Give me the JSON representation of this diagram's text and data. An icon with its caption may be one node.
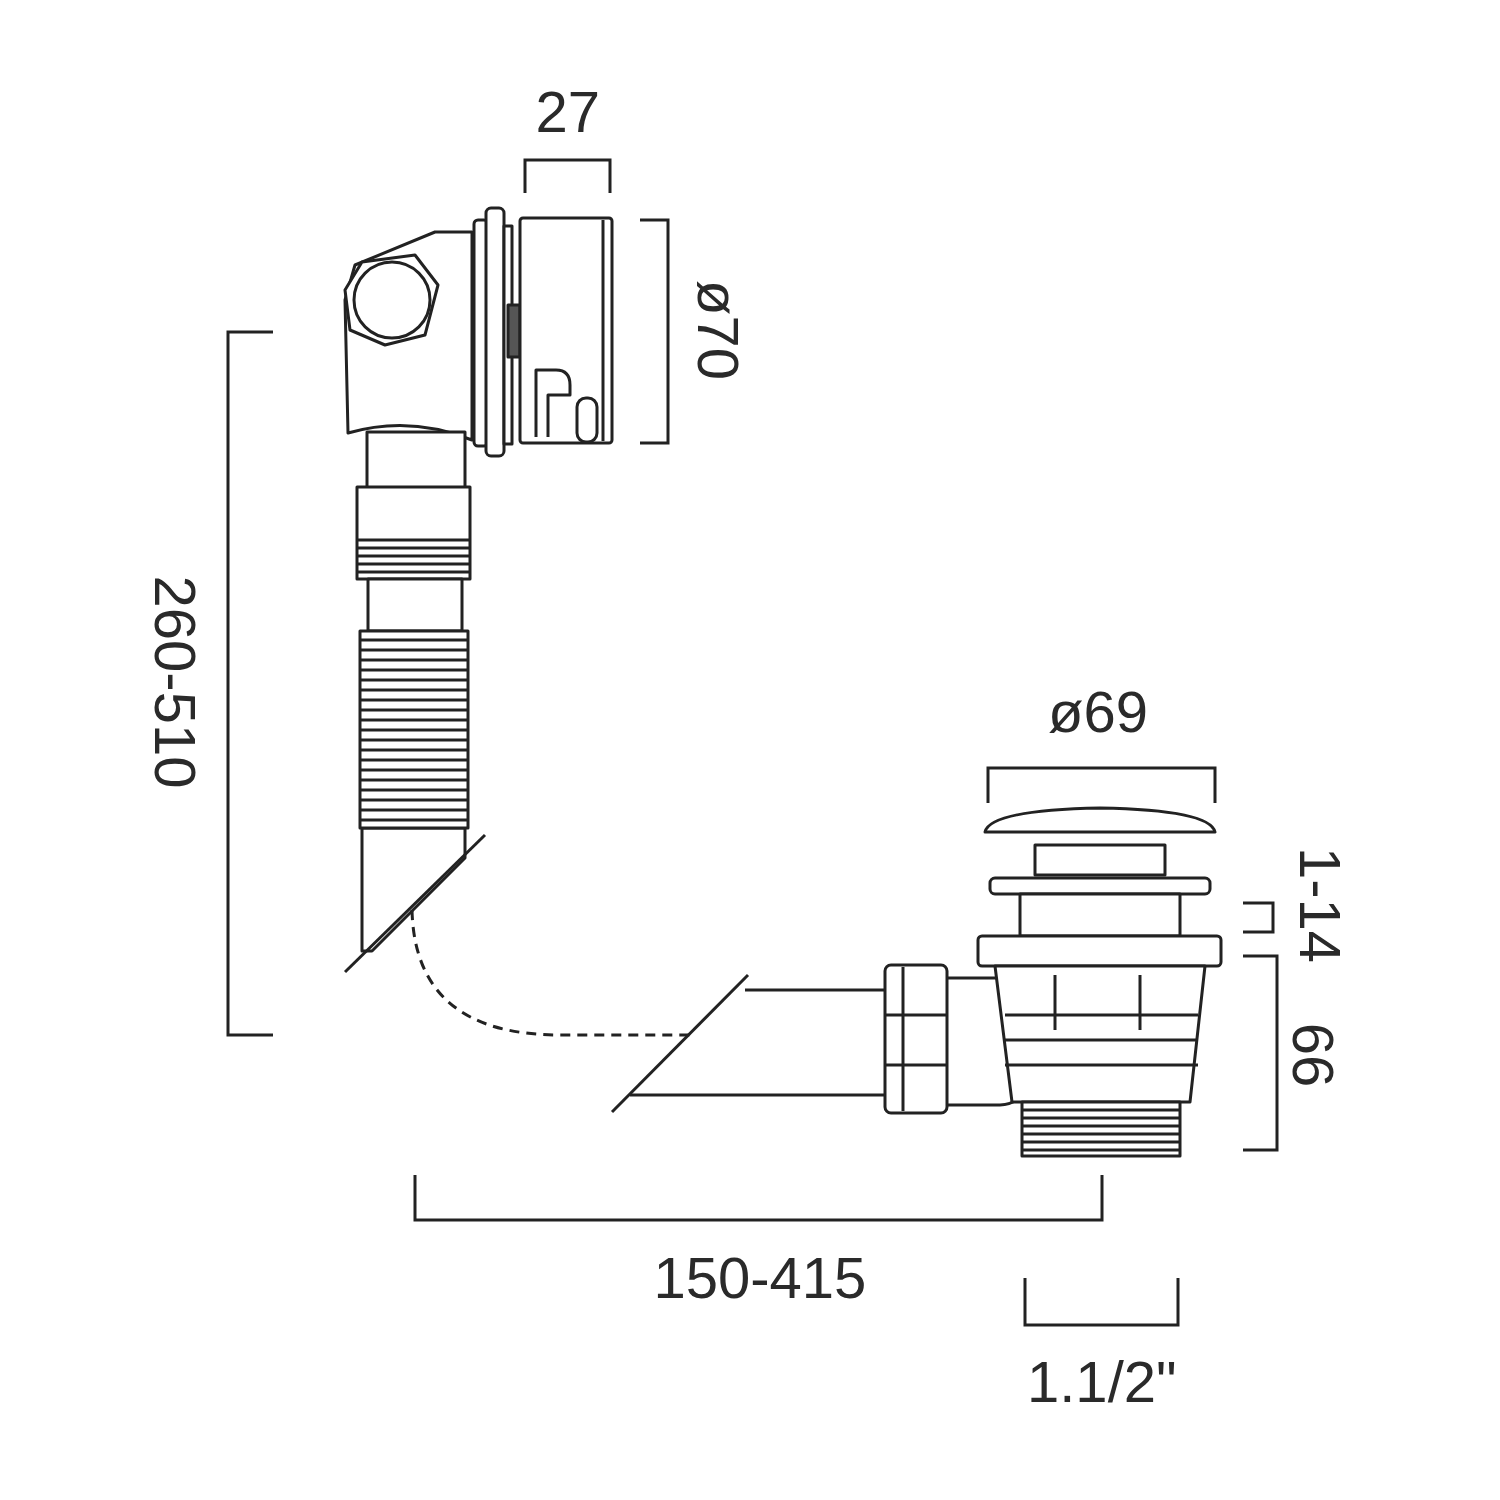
{
  "diagram": {
    "labels": [
      "27",
      "ø70",
      "260-510",
      "ø69",
      "1-14",
      "66",
      "150-415",
      "1.1/2\""
    ]
  }
}
